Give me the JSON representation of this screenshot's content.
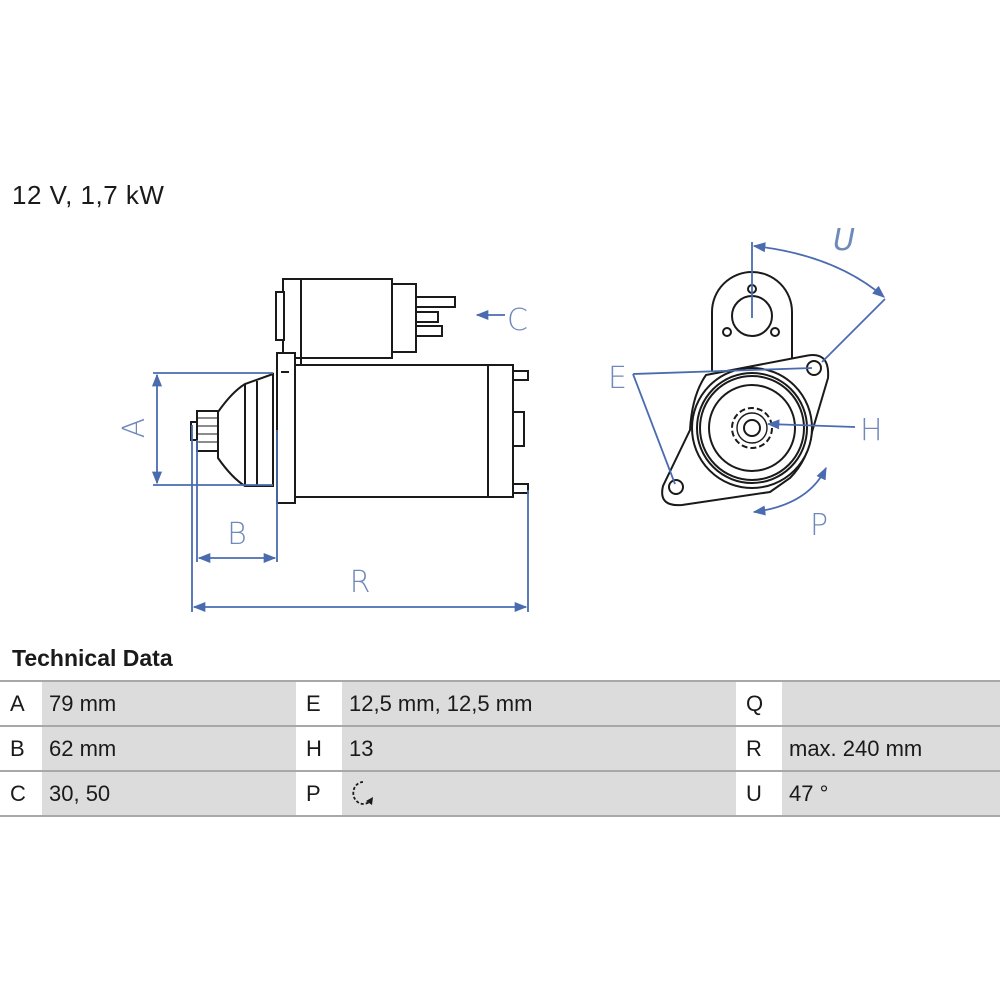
{
  "title": "12 V, 1,7 kW",
  "diagram": {
    "labels": {
      "A": "A",
      "B": "B",
      "C": "C",
      "R": "R",
      "E": "E",
      "H": "H",
      "P": "P",
      "U": "U"
    },
    "colors": {
      "dimension": "#4a6bb0",
      "label": "#7089bb",
      "outline": "#1a1a1a"
    }
  },
  "technical_data": {
    "heading": "Technical Data",
    "rows": [
      [
        {
          "key": "A",
          "value": "79 mm"
        },
        {
          "key": "E",
          "value": "12,5 mm, 12,5 mm"
        },
        {
          "key": "Q",
          "value": ""
        }
      ],
      [
        {
          "key": "B",
          "value": "62 mm"
        },
        {
          "key": "H",
          "value": "13"
        },
        {
          "key": "R",
          "value": "max. 240 mm"
        }
      ],
      [
        {
          "key": "C",
          "value": "30, 50"
        },
        {
          "key": "P",
          "value": "",
          "icon": "clockwise-rotation-icon"
        },
        {
          "key": "U",
          "value": "47 °"
        }
      ]
    ]
  }
}
